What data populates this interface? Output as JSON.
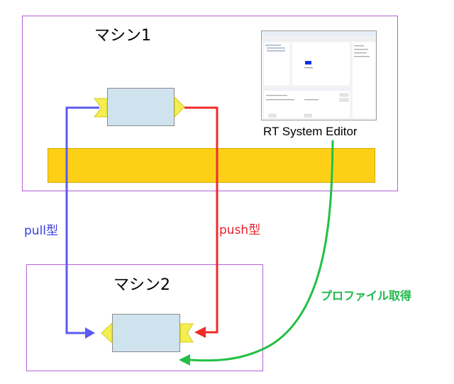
{
  "machine1": {
    "label": "マシン1"
  },
  "machine2": {
    "label": "マシン2"
  },
  "edges": {
    "pull_label": "pull型",
    "push_label": "push型",
    "profile_label": "プロファイル取得"
  },
  "editor": {
    "caption": "RT System Editor"
  },
  "colors": {
    "pull": "#5b5bf0",
    "push": "#ee2b2b",
    "profile": "#22c046",
    "port": "#f4ee52",
    "component": "#cfe3ef",
    "bus": "#fdd017",
    "machine_border": "#b65fd6"
  }
}
